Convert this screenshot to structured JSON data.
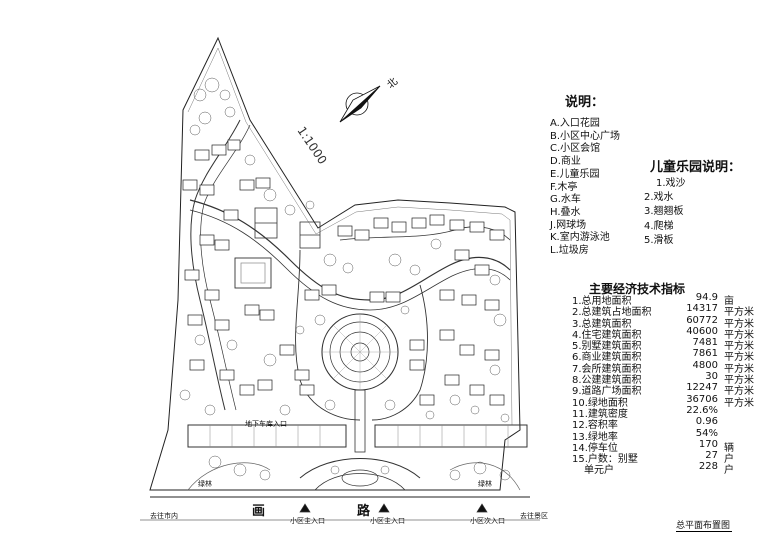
{
  "plan_notes": {
    "scale": "1:1000",
    "north_label": "北",
    "road_chars": [
      "画",
      "路"
    ],
    "destination_left": "去往市内",
    "destination_right": "去往景区",
    "main_entrance": "小区主入口",
    "main_entrance_center": "小区主入口",
    "secondary_entrance": "小区次入口",
    "garage_entrance": "地下车库入口",
    "green_belt_left": "绿林",
    "green_belt_right": "绿林"
  },
  "legend": {
    "title": "说明：",
    "items": [
      "A.入口花园",
      "B.小区中心广场",
      "C.小区会馆",
      "D.商业",
      "E.儿童乐园",
      "F.木亭",
      "G.水车",
      "H.叠水",
      "J.网球场",
      "K.室内游泳池",
      "L.垃圾房"
    ]
  },
  "playground": {
    "title": "儿童乐园说明：",
    "items": [
      "1.戏沙",
      "2.戏水",
      "3.翘翘板",
      "4.爬梯",
      "5.滑板"
    ]
  },
  "tech": {
    "title": "主要经济技术指标",
    "rows": [
      {
        "name": "1.总用地面积",
        "value": "94.9",
        "unit": "亩"
      },
      {
        "name": "2.总建筑占地面积",
        "value": "14317",
        "unit": "平方米"
      },
      {
        "name": "3.总建筑面积",
        "value": "60772",
        "unit": "平方米"
      },
      {
        "name": "4.住宅建筑面积",
        "value": "40600",
        "unit": "平方米"
      },
      {
        "name": "5.别墅建筑面积",
        "value": "7481",
        "unit": "平方米"
      },
      {
        "name": "6.商业建筑面积",
        "value": "7861",
        "unit": "平方米"
      },
      {
        "name": "7.会所建筑面积",
        "value": "4800",
        "unit": "平方米"
      },
      {
        "name": "8.公建建筑面积",
        "value": "30",
        "unit": "平方米"
      },
      {
        "name": "9.道路广场面积",
        "value": "12247",
        "unit": "平方米"
      },
      {
        "name": "10.绿地面积",
        "value": "36706",
        "unit": "平方米"
      },
      {
        "name": "11.建筑密度",
        "value": "22.6%",
        "unit": ""
      },
      {
        "name": "12.容积率",
        "value": "0.96",
        "unit": ""
      },
      {
        "name": "13.绿地率",
        "value": "54%",
        "unit": ""
      },
      {
        "name": "14.停车位",
        "value": "170",
        "unit": "辆"
      },
      {
        "name": "15.户数：别墅",
        "value": "27",
        "unit": "户"
      },
      {
        "name": "单元户",
        "value": "228",
        "unit": "户"
      }
    ]
  },
  "footer": {
    "label": "总平面布置图"
  }
}
